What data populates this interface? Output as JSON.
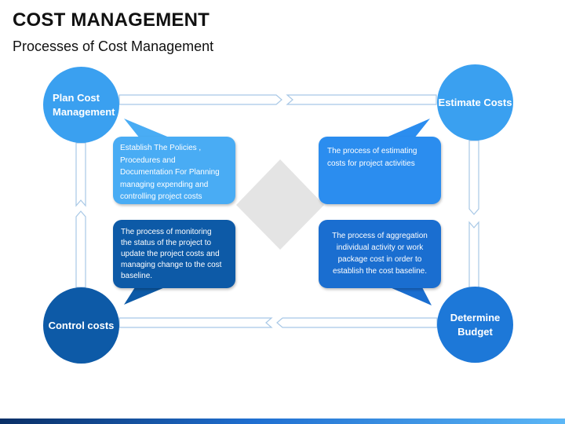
{
  "header": {
    "title": "COST MANAGEMENT",
    "subtitle": "Processes of Cost Management"
  },
  "nodes": {
    "plan": {
      "line1": "Plan Cost",
      "line2": "Management"
    },
    "estimate": {
      "label": "Estimate Costs"
    },
    "control": {
      "label": "Control costs"
    },
    "budget": {
      "line1": "Determine",
      "line2": "Budget"
    }
  },
  "descriptions": {
    "plan": [
      "Establish The Policies ,",
      "Procedures and",
      "Documentation For Planning",
      "managing expending and",
      "controlling project costs"
    ],
    "estimate": [
      "The process of estimating",
      "costs for project activities"
    ],
    "control": [
      "The process of monitoring",
      "the status of the project to",
      "update the project costs and",
      "managing change to the cost",
      "baseline."
    ],
    "budget": [
      "The process of aggregation",
      "individual activity or work",
      "package cost in order to",
      "establish the cost baseline."
    ]
  },
  "colors": {
    "light_blue": "#3aa0f0",
    "medium_blue": "#1d78d8",
    "dark_blue": "#0d5aa7",
    "arrow_outline": "#a8c8e6",
    "center_diamond": "#e4e4e4"
  }
}
